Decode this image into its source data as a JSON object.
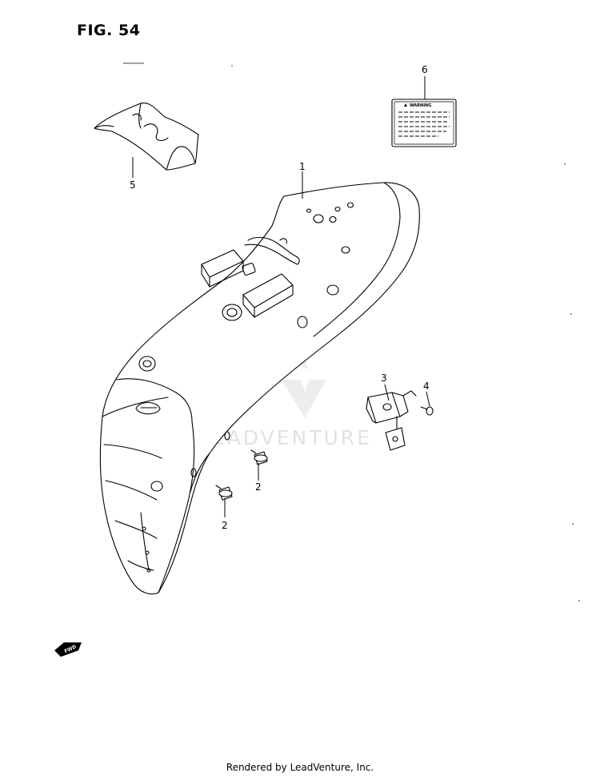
{
  "figure": {
    "title": "FIG. 54"
  },
  "callouts": {
    "fender": "1",
    "bolt_a": "2",
    "bolt_b": "2",
    "bracket": "3",
    "screw": "4",
    "pouch": "5",
    "label": "6"
  },
  "warning_label": {
    "heading": "WARNING"
  },
  "watermark": {
    "text": "LEADVENTURE"
  },
  "direction_marker": {
    "text": "FWD"
  },
  "footer": {
    "text": "Rendered by LeadVenture, Inc."
  }
}
